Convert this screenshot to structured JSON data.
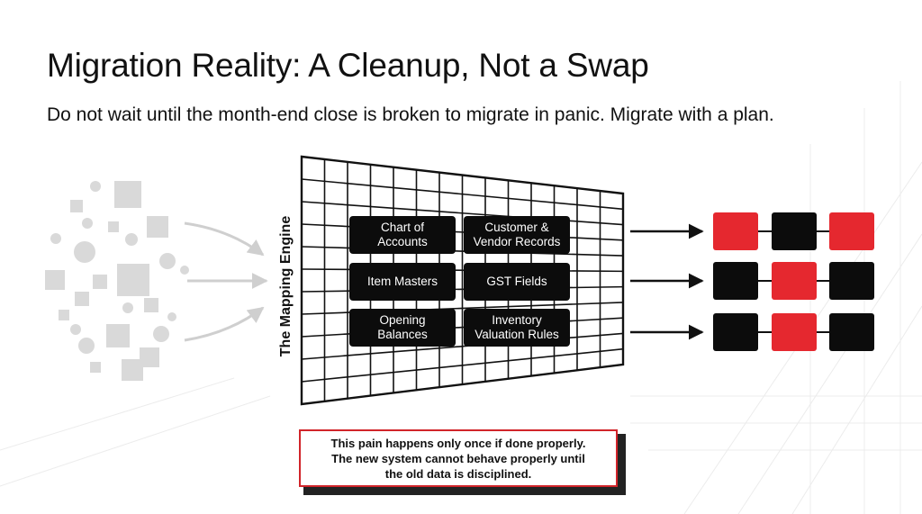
{
  "title": "Migration Reality: A Cleanup, Not a Swap",
  "subtitle": "Do not wait until the month-end close is broken to migrate in panic. Migrate with a plan.",
  "engine_label": "The Mapping Engine",
  "mapping_items": [
    "Chart of\nAccounts",
    "Customer &\nVendor Records",
    "Item Masters",
    "GST Fields",
    "Opening\nBalances",
    "Inventory\nValuation Rules"
  ],
  "note": "This pain happens only once if done properly.\nThe new system cannot behave properly until\nthe old data is disciplined.",
  "output_rows": [
    [
      "red",
      "black",
      "red"
    ],
    [
      "black",
      "red",
      "black"
    ],
    [
      "black",
      "red",
      "black"
    ]
  ],
  "colors": {
    "red": "#e5282f",
    "black": "#0c0c0c",
    "scatter": "#d9d9d9"
  }
}
